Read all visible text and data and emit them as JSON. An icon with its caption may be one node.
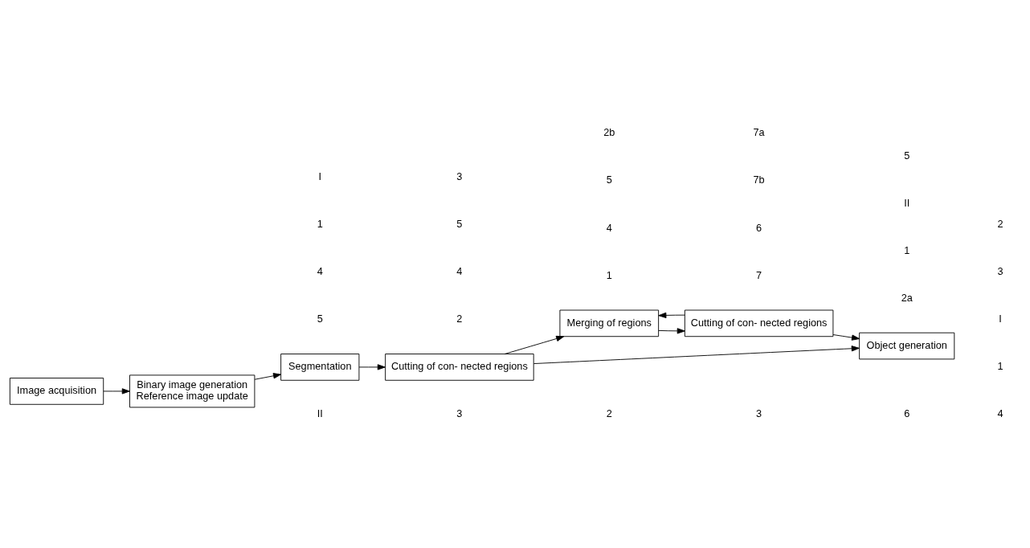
{
  "diagram": {
    "nodes": [
      {
        "text": [
          "Binary image generation",
          "Reference image update"
        ]
      },
      {
        "text": [
          "Segmentation"
        ]
      },
      {
        "text": [
          "Cutting of con- nected regions"
        ]
      },
      {
        "text": [
          "Merging of regions"
        ]
      },
      {
        "text": [
          "Cutting of con- nected regions"
        ]
      },
      {
        "text": [
          "Image acquisition"
        ]
      },
      {
        "text": [
          "Object generation"
        ]
      }
    ],
    "edges": [
      {
        "from": 5,
        "to": 0,
        "arrow": "to"
      },
      {
        "from": 0,
        "to": 1,
        "arrow": "to"
      },
      {
        "from": 1,
        "to": 2,
        "arrow": "to"
      },
      {
        "from": 2,
        "to": 3,
        "arrow": "to"
      },
      {
        "from": 3,
        "to": 4,
        "arrow": "to"
      },
      {
        "from": 4,
        "to": 3,
        "arrow": "to"
      },
      {
        "from": 4,
        "to": 6,
        "arrow": "to"
      },
      {
        "from": 2,
        "to": 6,
        "arrow": "to"
      }
    ],
    "labels": [
      "II",
      "5",
      "4",
      "1",
      "I",
      "3",
      "2",
      "4",
      "5",
      "3",
      "2",
      "1",
      "4",
      "5",
      "2b",
      "3",
      "7",
      "6",
      "7b",
      "7a",
      "6",
      "2a",
      "1",
      "II",
      "5",
      "4",
      "1",
      "I",
      "3",
      "2"
    ]
  }
}
